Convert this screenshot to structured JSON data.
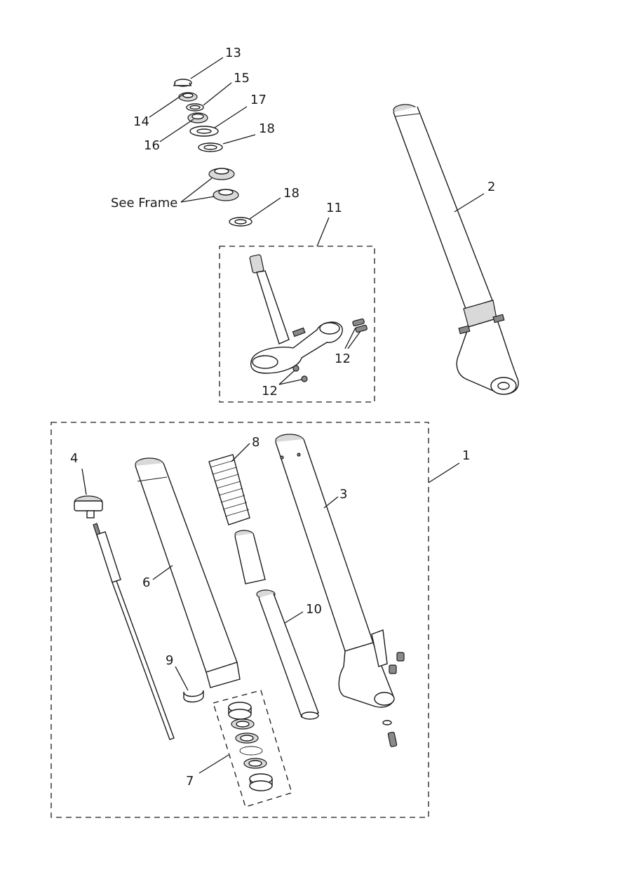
{
  "labels": {
    "p13": "13",
    "p14": "14",
    "p15": "15",
    "p16": "16",
    "p17": "17",
    "p18a": "18",
    "p18b": "18",
    "see_frame": "See Frame",
    "p11": "11",
    "p12a": "12",
    "p12b": "12",
    "p2": "2",
    "p1": "1",
    "p4": "4",
    "p6": "6",
    "p8": "8",
    "p3": "3",
    "p10": "10",
    "p9": "9",
    "p7": "7"
  }
}
